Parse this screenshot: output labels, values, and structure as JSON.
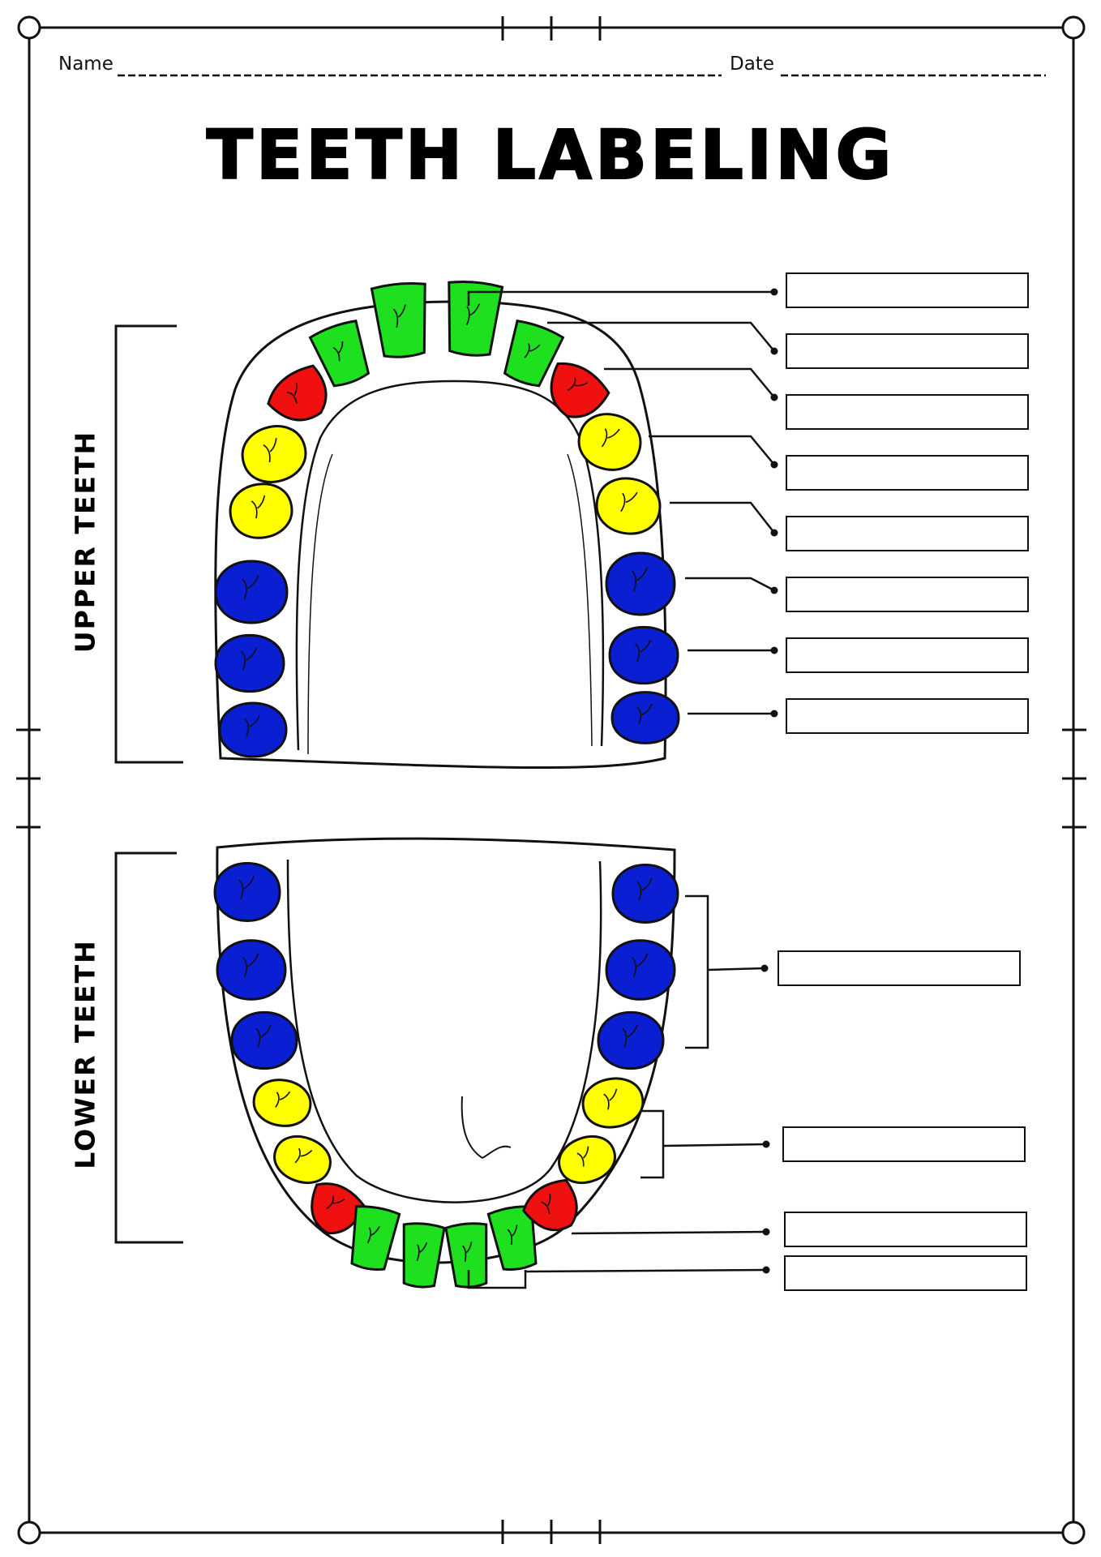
{
  "header": {
    "name_label": "Name",
    "date_label": "Date"
  },
  "title": "TEETH LABELING",
  "sections": {
    "upper": {
      "label": "UPPER TEETH",
      "answer_boxes": 8
    },
    "lower": {
      "label": "LOWER TEETH",
      "answer_boxes": 4
    }
  },
  "colors": {
    "incisor": "#1ee01e",
    "canine": "#f01010",
    "premolar": "#ffff00",
    "molar": "#0a1ed2",
    "outline": "#111111"
  },
  "tooth_key": [
    "green-incisor",
    "red-canine",
    "yellow-premolar",
    "blue-molar"
  ]
}
